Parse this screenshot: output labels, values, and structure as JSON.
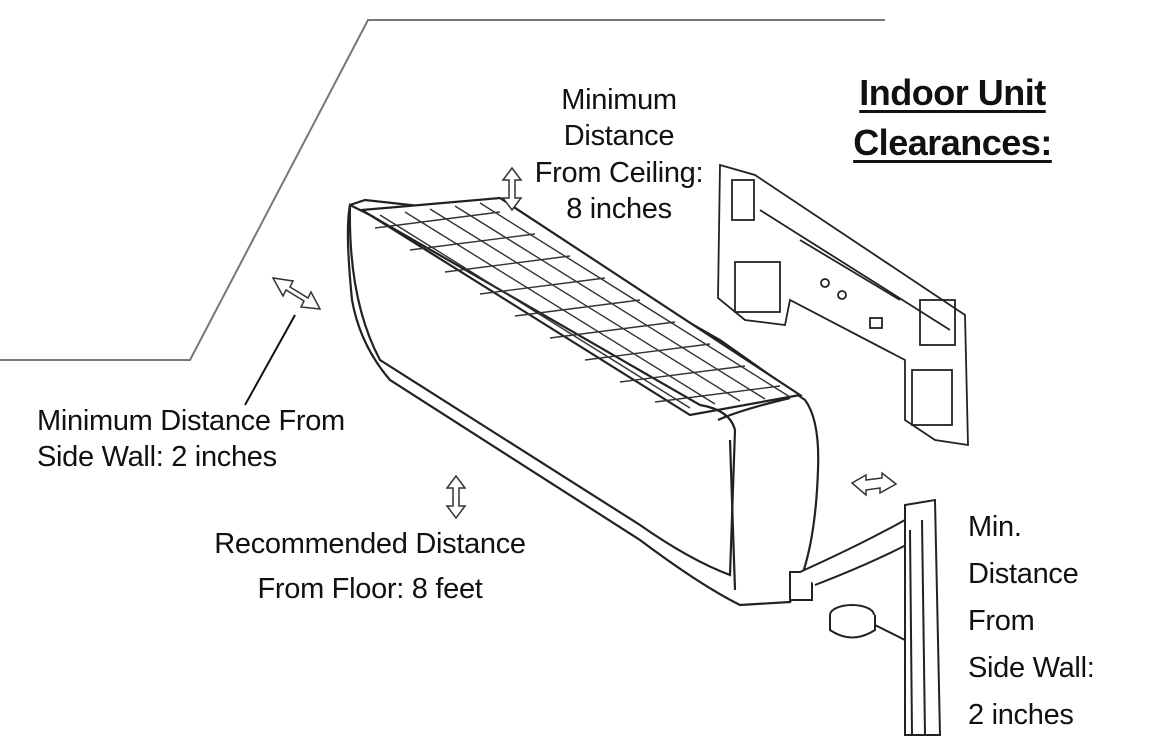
{
  "title": {
    "line1": "Indoor Unit",
    "line2": "Clearances:"
  },
  "labels": {
    "ceiling": [
      "Minimum",
      "Distance",
      "From Ceiling:",
      "8 inches"
    ],
    "side_wall_left": [
      "Minimum Distance From",
      "Side Wall: 2 inches"
    ],
    "floor": [
      "Recommended Distance",
      "From Floor: 8 feet"
    ],
    "side_wall_right": [
      "Min.",
      "Distance",
      "From",
      "Side Wall:",
      "2 inches"
    ]
  },
  "colors": {
    "line": "#222222",
    "wall": "#777777",
    "background": "#ffffff"
  },
  "icons": [
    "double-arrow-icon"
  ]
}
